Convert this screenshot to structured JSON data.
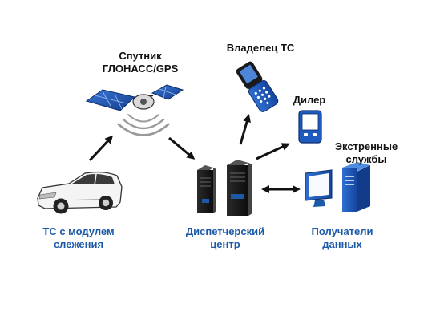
{
  "colors": {
    "accent_blue": "#1c5aa8",
    "text_dark": "#111111",
    "arrow": "#111111"
  },
  "labels": {
    "satellite": {
      "line1": "Спутник",
      "line2": "ГЛОНАСС/GPS"
    },
    "owner": "Владелец ТС",
    "dealer": "Дилер",
    "emergency": {
      "line1": "Экстренные",
      "line2": "службы"
    },
    "vehicle": {
      "line1": "ТС с модулем",
      "line2": "слежения"
    },
    "dispatch": {
      "line1": "Диспетчерский",
      "line2": "центр"
    },
    "receivers": {
      "line1": "Получатели",
      "line2": "данных"
    }
  },
  "icons": [
    "satellite-icon",
    "signal-waves-icon",
    "car-icon",
    "server-icon",
    "flip-phone-icon",
    "pda-icon",
    "computer-icon"
  ]
}
